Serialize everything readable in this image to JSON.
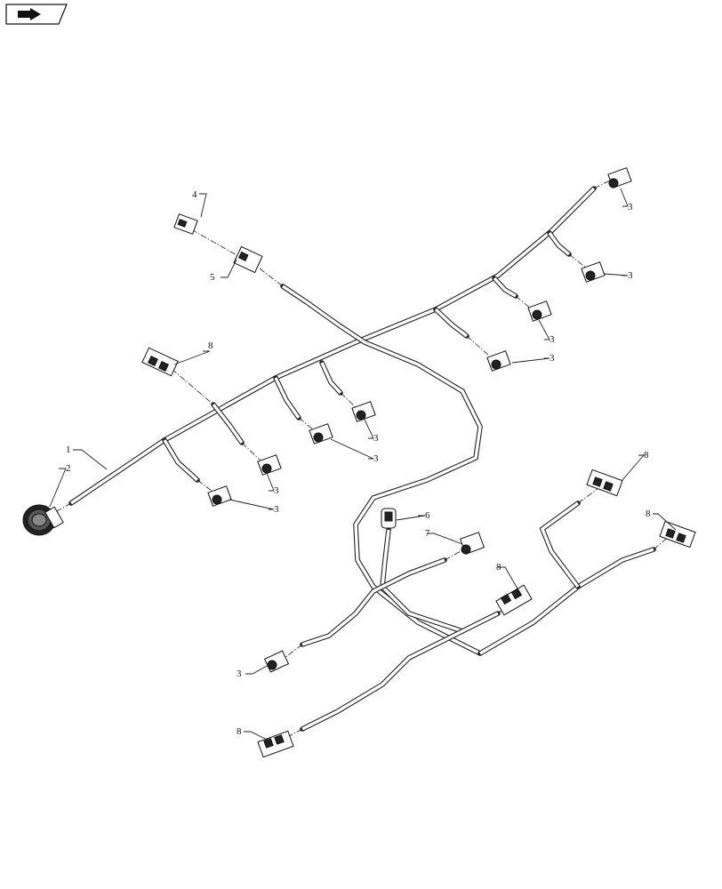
{
  "nav_icon": "forward-arrow-icon",
  "callouts": {
    "harness_main": "1",
    "round_connector": "2",
    "connector_top_right": "3",
    "connector_right_upper": "3",
    "connector_mid_a": "3",
    "connector_mid_b": "3",
    "connector_center_a": "3",
    "connector_center_b": "3",
    "connector_left_a": "3",
    "connector_left_b": "3",
    "connector_bottom_left": "3",
    "plug_top": "4",
    "plug_mate": "5",
    "sensor_6": "6",
    "sensor_7": "7",
    "conn8_upper_left": "8",
    "conn8_right_a": "8",
    "conn8_right_b": "8",
    "conn8_center": "8",
    "conn8_bottom": "8"
  }
}
